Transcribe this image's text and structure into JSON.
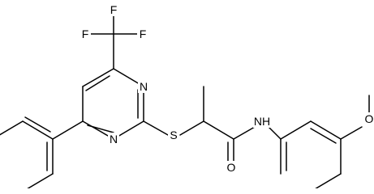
{
  "structure": {
    "type": "skeletal-formula",
    "atom_labels": {
      "cf3_f_left": "F",
      "cf3_f_top": "F",
      "cf3_f_right": "F",
      "ring_n_top": "N",
      "ring_n_bottom": "N",
      "thioether_s": "S",
      "amide_nh": "NH",
      "carbonyl_o": "O",
      "methoxy_o": "O"
    },
    "colors": {
      "bonds": "#000000",
      "labels": "#000000",
      "background": "#ffffff"
    }
  }
}
